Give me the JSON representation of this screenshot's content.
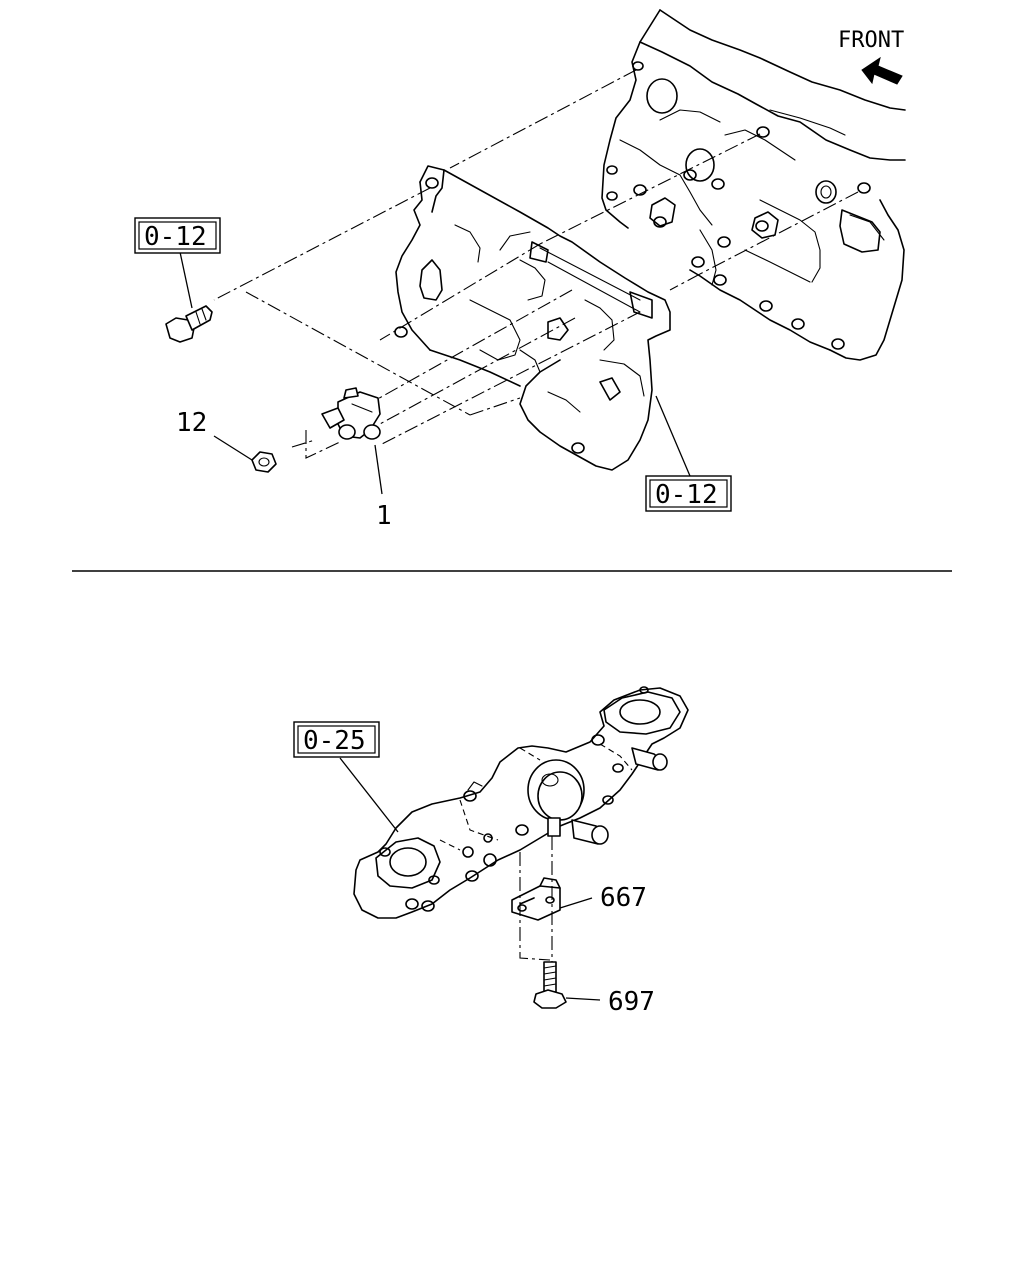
{
  "orientation": {
    "label": "FRONT",
    "icon": "front-arrow-icon"
  },
  "upper_view": {
    "references": [
      {
        "text": "0-12"
      },
      {
        "text": "0-12"
      }
    ],
    "callouts": [
      {
        "text": "12"
      },
      {
        "text": "1"
      }
    ]
  },
  "lower_view": {
    "references": [
      {
        "text": "0-25"
      }
    ],
    "callouts": [
      {
        "text": "667"
      },
      {
        "text": "697"
      }
    ]
  }
}
